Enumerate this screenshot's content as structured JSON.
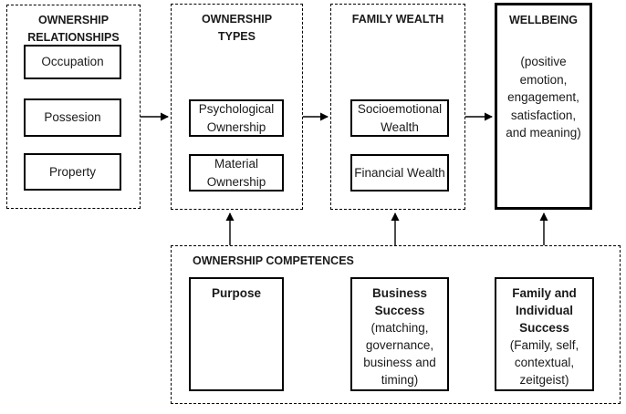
{
  "diagram": {
    "colors": {
      "background": "#ffffff",
      "line": "#000000",
      "text": "#1a1a1a"
    },
    "containers": {
      "ownership_relationships": {
        "title": "OWNERSHIP RELATIONSHIPS",
        "items": [
          "Occupation",
          "Possesion",
          "Property"
        ]
      },
      "ownership_types": {
        "title": "OWNERSHIP TYPES",
        "items": [
          "Psychological Ownership",
          "Material Ownership"
        ]
      },
      "family_wealth": {
        "title": "FAMILY WEALTH",
        "items": [
          "Socioemotional Wealth",
          "Financial Wealth"
        ]
      },
      "wellbeing": {
        "title": "WELLBEING",
        "subtitle": "(positive emotion, engagement, satisfaction, and meaning)"
      },
      "ownership_competences": {
        "title": "OWNERSHIP COMPETENCES",
        "items": [
          {
            "label": "Purpose",
            "detail": ""
          },
          {
            "label": "Business Success",
            "detail": "(matching, governance, business and timing)"
          },
          {
            "label": "Family and Individual Success",
            "detail": "(Family, self, contextual, zeitgeist)"
          }
        ]
      }
    },
    "connections": [
      {
        "from": "ownership_relationships",
        "to": "ownership_types"
      },
      {
        "from": "ownership_types",
        "to": "family_wealth"
      },
      {
        "from": "family_wealth",
        "to": "wellbeing"
      },
      {
        "from": "ownership_competences",
        "to": "ownership_types"
      },
      {
        "from": "ownership_competences",
        "to": "family_wealth"
      },
      {
        "from": "ownership_competences",
        "to": "wellbeing"
      }
    ]
  }
}
